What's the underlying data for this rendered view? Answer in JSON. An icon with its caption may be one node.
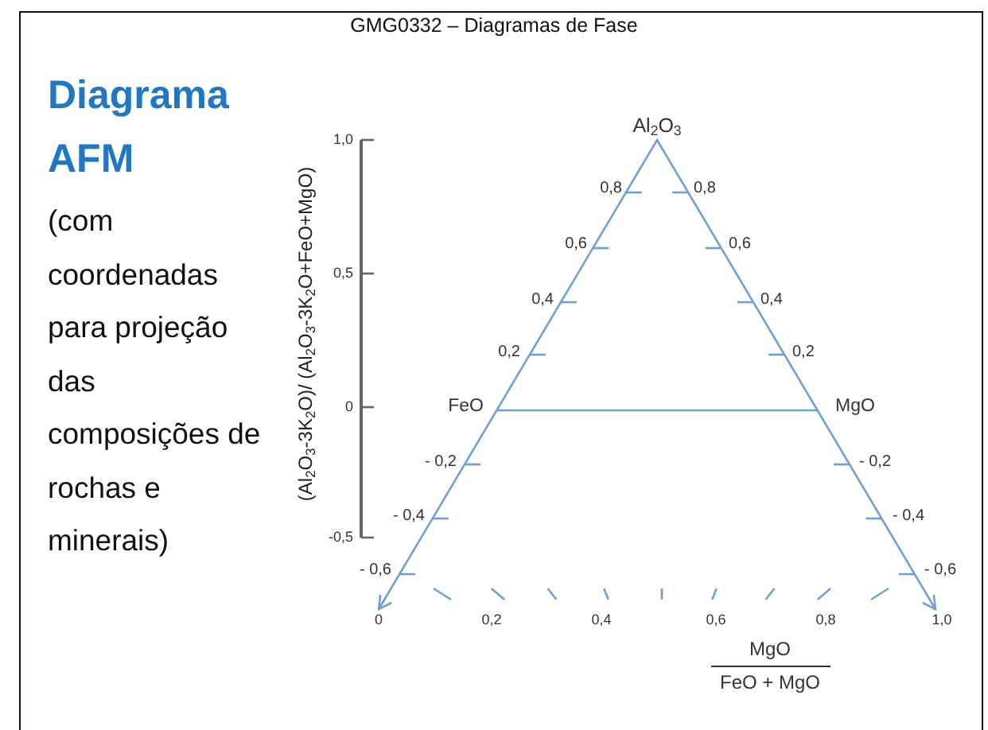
{
  "diagram": {
    "title": "GMG0332 – Diagramas de Fase",
    "labels": [
      "Diagrama AFM",
      "(com coordenadas para projeção das composições de rochas e minerais)",
      "Al$_{2}$O$_{3}$",
      "1,0",
      "(Al$_{2}$O$_{3}$-3K$_{2}$O)/ (Al$_{2}$O$_{3}$-3K$_{2}$O+FeO+MgO)",
      "0,8",
      "0,8",
      "0,5",
      "0,6",
      "0,6",
      "0,4",
      "0,4",
      "0,2",
      "0,2",
      "0",
      "FeO",
      "MgO",
      "- 0,2",
      "- 0,2",
      "-0,5",
      "- 0,4",
      "- 0,4",
      "- 0,6",
      "- 0,6",
      "0",
      "0,2",
      "0,4",
      "0,6",
      "0,8",
      "1,0",
      "MgO",
      "FeO + MgO"
    ]
  }
}
